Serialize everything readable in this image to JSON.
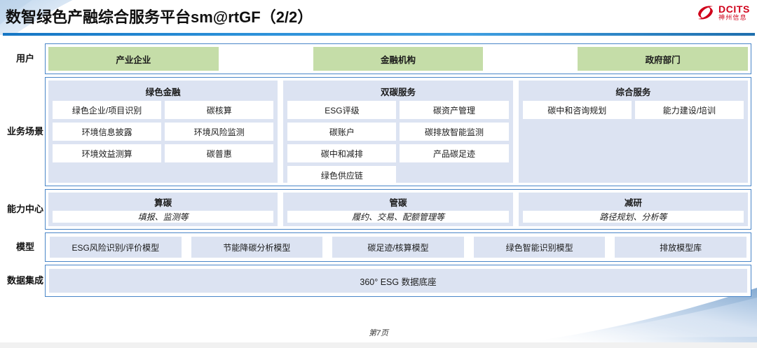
{
  "header": {
    "title": "数智绿色产融综合服务平台sm@rtGF（2/2）",
    "logo_main": "DCITS",
    "logo_sub": "神州信息",
    "logo_icon": "dcits-swirl-icon"
  },
  "colors": {
    "accent_blue": "#1676c4",
    "panel_fill": "#DCE3F2",
    "user_green": "#C5DDA8",
    "border_blue": "#4a86c8",
    "logo_red": "#D0021B"
  },
  "rows": {
    "users": {
      "label": "用户",
      "items": [
        "产业企业",
        "金融机构",
        "政府部门"
      ]
    },
    "business": {
      "label": "业务场景",
      "groups": [
        {
          "title": "绿色金融",
          "items": [
            "绿色企业/项目识别",
            "碳核算",
            "环境信息披露",
            "环境风险监测",
            "环境效益测算",
            "碳普惠"
          ]
        },
        {
          "title": "双碳服务",
          "items": [
            "ESG评级",
            "碳资产管理",
            "碳账户",
            "碳排放智能监测",
            "碳中和减排",
            "产品碳足迹",
            "绿色供应链"
          ]
        },
        {
          "title": "综合服务",
          "items": [
            "碳中和咨询规划",
            "能力建设/培训"
          ]
        }
      ]
    },
    "capability": {
      "label": "能力中心",
      "groups": [
        {
          "title": "算碳",
          "subtitle": "填报、监测等"
        },
        {
          "title": "管碳",
          "subtitle": "履约、交易、配额管理等"
        },
        {
          "title": "减研",
          "subtitle": "路径规划、分析等"
        }
      ]
    },
    "model": {
      "label": "模型",
      "items": [
        "ESG风险识别/评价模型",
        "节能降碳分析模型",
        "碳足迹/核算模型",
        "绿色智能识别模型",
        "排放模型库"
      ]
    },
    "data": {
      "label": "数据集成",
      "bar": "360° ESG 数据底座"
    }
  },
  "footer": {
    "page": "第7页"
  }
}
